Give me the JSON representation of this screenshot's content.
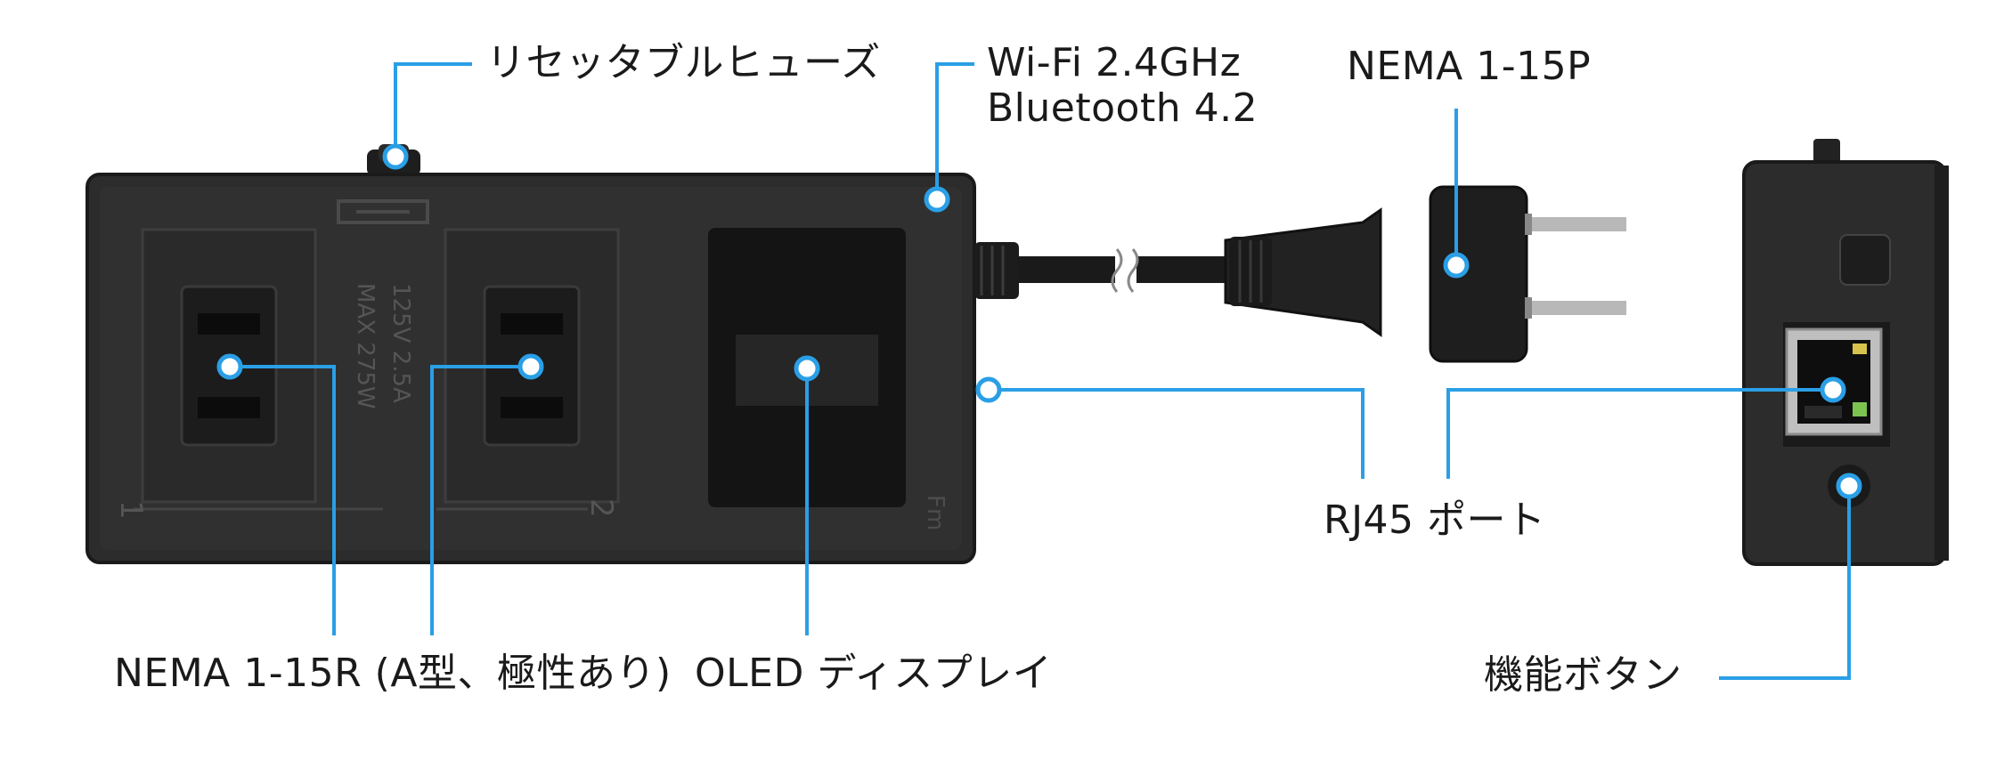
{
  "labels": {
    "resettable_fuse": "リセッタブルヒューズ",
    "wifi": "Wi-Fi 2.4GHz",
    "bluetooth": "Bluetooth 4.2",
    "plug": "NEMA 1-15P",
    "rj45": "RJ45 ポート",
    "outlet": "NEMA 1-15R (A型、極性あり)",
    "oled": "OLED ディスプレイ",
    "function_button": "機能ボタン"
  },
  "device_markings": {
    "rating_line1": "MAX  275W",
    "rating_line2": "125V  2.5A",
    "outlet_1_number": "1",
    "outlet_2_number": "2",
    "fm_mark": "Fm"
  },
  "colors": {
    "callout": "#2a9fe6",
    "device_body": "#2c2c2c",
    "device_dark": "#141414",
    "text": "#1a1a1a"
  }
}
